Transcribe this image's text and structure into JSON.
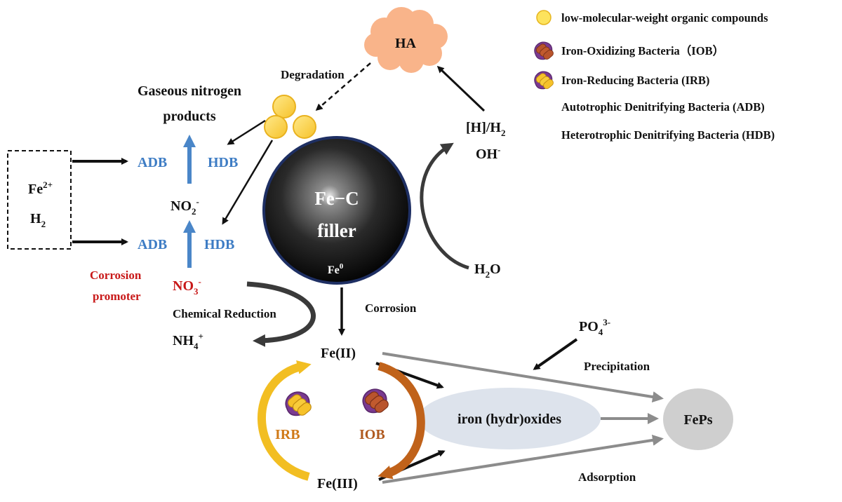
{
  "legend": {
    "lmw": "low-molecular-weight organic compounds",
    "iob": "Iron-Oxidizing Bacteria（IOB）",
    "irb": "Iron-Reducing Bacteria (IRB)",
    "adb": "Autotrophic Denitrifying Bacteria (ADB)",
    "hdb": "Heterotrophic Denitrifying Bacteria (HDB)"
  },
  "labels": {
    "ha": "HA",
    "degradation": "Degradation",
    "gaseous_line1": "Gaseous nitrogen",
    "gaseous_line2": "products",
    "h_h2_main": "[H]/H",
    "h_h2_sub": "2",
    "oh_main": "OH",
    "oh_sup": "-",
    "fe2_main": "Fe",
    "fe2_sup": "2+",
    "h2_main": "H",
    "h2_sub": "2",
    "adb": "ADB",
    "hdb": "HDB",
    "no2_main": "NO",
    "no2_sub": "2",
    "no2_sup": "-",
    "fec_line1": "Fe−C",
    "fec_line2": "filler",
    "fe0_main": "Fe",
    "fe0_sup": "0",
    "h2o_main": "H",
    "h2o_sub": "2",
    "h2o_end": "O",
    "corrosion_promoter_line1": "Corrosion",
    "corrosion_promoter_line2": "promoter",
    "no3_main": "NO",
    "no3_sub": "3",
    "no3_sup": "-",
    "chemical_reduction": "Chemical Reduction",
    "nh4_main": "NH",
    "nh4_sub": "4",
    "nh4_sup": "+",
    "corrosion": "Corrosion",
    "po4_main": "PO",
    "po4_sub": "4",
    "po4_sup": "3-",
    "precipitation": "Precipitation",
    "fe_ii": "Fe(II)",
    "fe_iii": "Fe(III)",
    "iron_oxides": "iron (hydr)oxides",
    "feps": "FePs",
    "irb": "IRB",
    "iob": "IOB",
    "adsorption": "Adsorption"
  },
  "colors": {
    "blue_text": "#3d7cc4",
    "red_text": "#c81818",
    "ha_cloud": "#f9b48a",
    "lmw_circle": "#fde35d",
    "sphere_rim": "#1e2f63",
    "irb_arrow": "#f2be22",
    "iob_arrow": "#c0621a",
    "gray_arrow": "#8c8c8c",
    "oxides_ellipse": "#dde3ec",
    "feps_circle": "#cfcfcf"
  }
}
